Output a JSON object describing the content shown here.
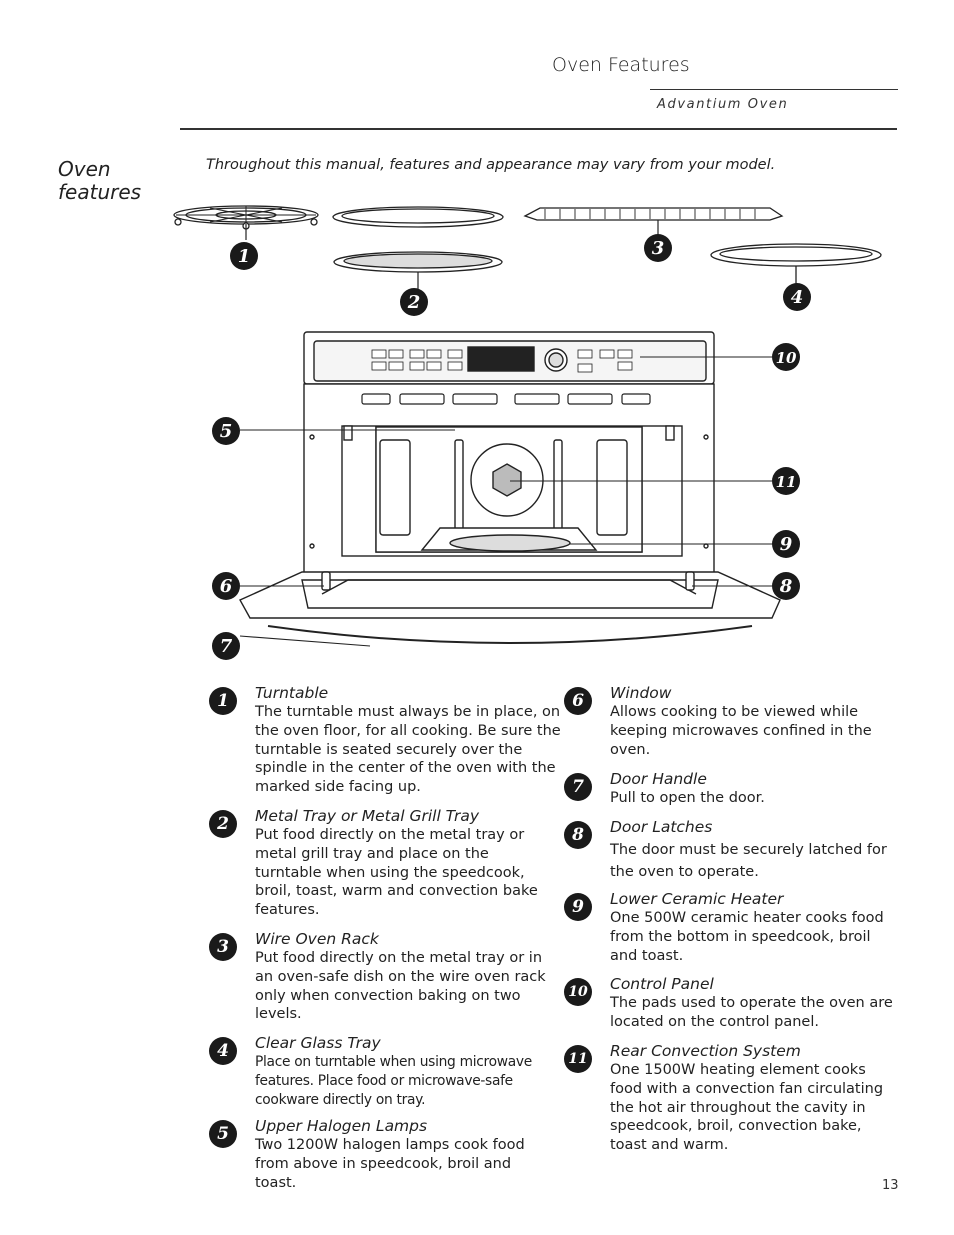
{
  "header": {
    "title": "Oven Features",
    "subtitle": "Advantium Oven"
  },
  "section": {
    "title_line1": "Oven",
    "title_line2": "features",
    "intro": "Throughout this manual, features and appearance may vary from your model."
  },
  "callout_numbers": [
    "1",
    "2",
    "3",
    "4",
    "5",
    "6",
    "7",
    "8",
    "9",
    "10",
    "11"
  ],
  "features": [
    {
      "num": "1",
      "title": "Turntable",
      "desc": "The turntable must always be in place, on the oven floor, for all cooking. Be sure the turntable is seated securely over the spindle in the center of the oven with the marked side facing up."
    },
    {
      "num": "2",
      "title": "Metal Tray or Metal Grill Tray",
      "desc": "Put food directly on the metal tray or metal grill tray and place on the turntable when using the speedcook, broil, toast, warm and convection bake features."
    },
    {
      "num": "3",
      "title": "Wire Oven Rack",
      "desc": "Put food directly on the metal tray or in an oven-safe dish on the wire oven rack only when convection baking on two levels."
    },
    {
      "num": "4",
      "title": "Clear Glass Tray",
      "desc": "Place on turntable when using microwave features. Place food or microwave-safe cookware directly on tray."
    },
    {
      "num": "5",
      "title": "Upper Halogen Lamps",
      "desc": "Two 1200W halogen lamps cook food from above in speedcook, broil and toast."
    },
    {
      "num": "6",
      "title": "Window",
      "desc": "Allows cooking to be viewed while keeping microwaves confined in the oven."
    },
    {
      "num": "7",
      "title": "Door Handle",
      "desc": "Pull to open the door."
    },
    {
      "num": "8",
      "title": "Door Latches",
      "desc": "The door must be securely latched for the oven to operate."
    },
    {
      "num": "9",
      "title": "Lower Ceramic Heater",
      "desc": "One 500W ceramic heater cooks food from the bottom in speedcook, broil and toast."
    },
    {
      "num": "10",
      "title": "Control Panel",
      "desc": "The pads used to operate the oven are located on the control panel."
    },
    {
      "num": "11",
      "title": "Rear Convection System",
      "desc": "One 1500W heating element cooks food with a convection fan circulating the hot air throughout the cavity in speedcook, broil, convection bake, toast and warm."
    }
  ],
  "page_number": "13"
}
